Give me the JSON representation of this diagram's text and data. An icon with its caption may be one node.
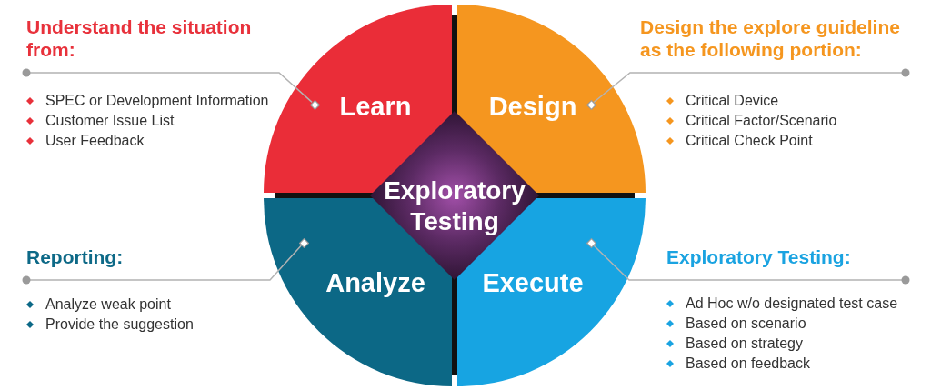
{
  "diagram": {
    "nodes": [
      {
        "text": [
          "Understand the situation from:",
          "SPEC or Development Information",
          "Customer Issue List",
          "User Feedback"
        ]
      },
      {
        "text": [
          "Learn"
        ]
      },
      {
        "text": [],
        "shape": "diamond",
        "in": 1
      },
      {
        "text": [
          "Design"
        ]
      },
      {
        "text": [],
        "shape": "diamond",
        "in": 3
      },
      {
        "text": [
          "Design the explore guideline as the following portion:",
          "Critical Device",
          "Critical Factor/Scenario",
          "Critical Check Point"
        ]
      },
      {
        "text": [
          "Exploratory Testing"
        ]
      },
      {
        "text": [
          "Reporting:",
          "Analyze weak point",
          "Provide the suggestion"
        ]
      },
      {
        "text": [
          "Analyze"
        ]
      },
      {
        "text": [],
        "shape": "diamond",
        "in": 8
      },
      {
        "text": [
          "Execute"
        ]
      },
      {
        "text": [],
        "shape": "diamond",
        "in": 10
      },
      {
        "text": [
          "Exploratory Testing:",
          "Ad Hoc w/o designated test case",
          "Based on scenario",
          "Based on strategy",
          "Based on feedback"
        ]
      }
    ],
    "edges": [
      {
        "from": 0,
        "to": 2,
        "arrow": "other"
      },
      {
        "from": 5,
        "to": 4,
        "arrow": "other"
      },
      {
        "from": 7,
        "to": 9,
        "arrow": "other"
      },
      {
        "from": 12,
        "to": 11,
        "arrow": "other"
      }
    ]
  }
}
